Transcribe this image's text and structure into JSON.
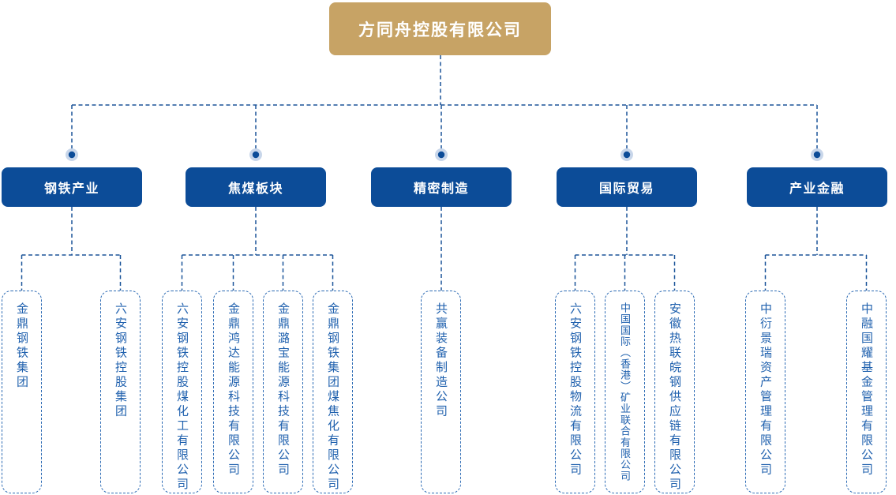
{
  "root": {
    "name": "方同舟控股有限公司"
  },
  "divisions": [
    {
      "label": "钢铁产业",
      "children": [
        "金鼎钢铁集团",
        "六安钢铁控股集团"
      ]
    },
    {
      "label": "焦煤板块",
      "children": [
        "六安钢铁控股煤化工有限公司",
        "金鼎鸿达能源科技有限公司",
        "金鼎潞宝能源科技有限公司",
        "金鼎钢铁集团煤焦化有限公司"
      ]
    },
    {
      "label": "精密制造",
      "children": [
        "共赢装备制造公司"
      ]
    },
    {
      "label": "国际贸易",
      "children": [
        "六安钢铁控股物流有限公司",
        "中国国际（香港）矿业联合有限公司",
        "安徽热联皖钢供应链有限公司"
      ]
    },
    {
      "label": "产业金融",
      "children": [
        "中衍景瑞资产管理有限公司",
        "中融国耀基金管理有限公司"
      ]
    }
  ],
  "colors": {
    "root_bg": "#C7A365",
    "division_bg": "#0C4C98",
    "connector_line": "#1B5499",
    "dot_core": "#0C4C98",
    "dot_halo": "#C8D6EA",
    "child_text": "#2061AE",
    "child_border": "#2E6CB5"
  }
}
